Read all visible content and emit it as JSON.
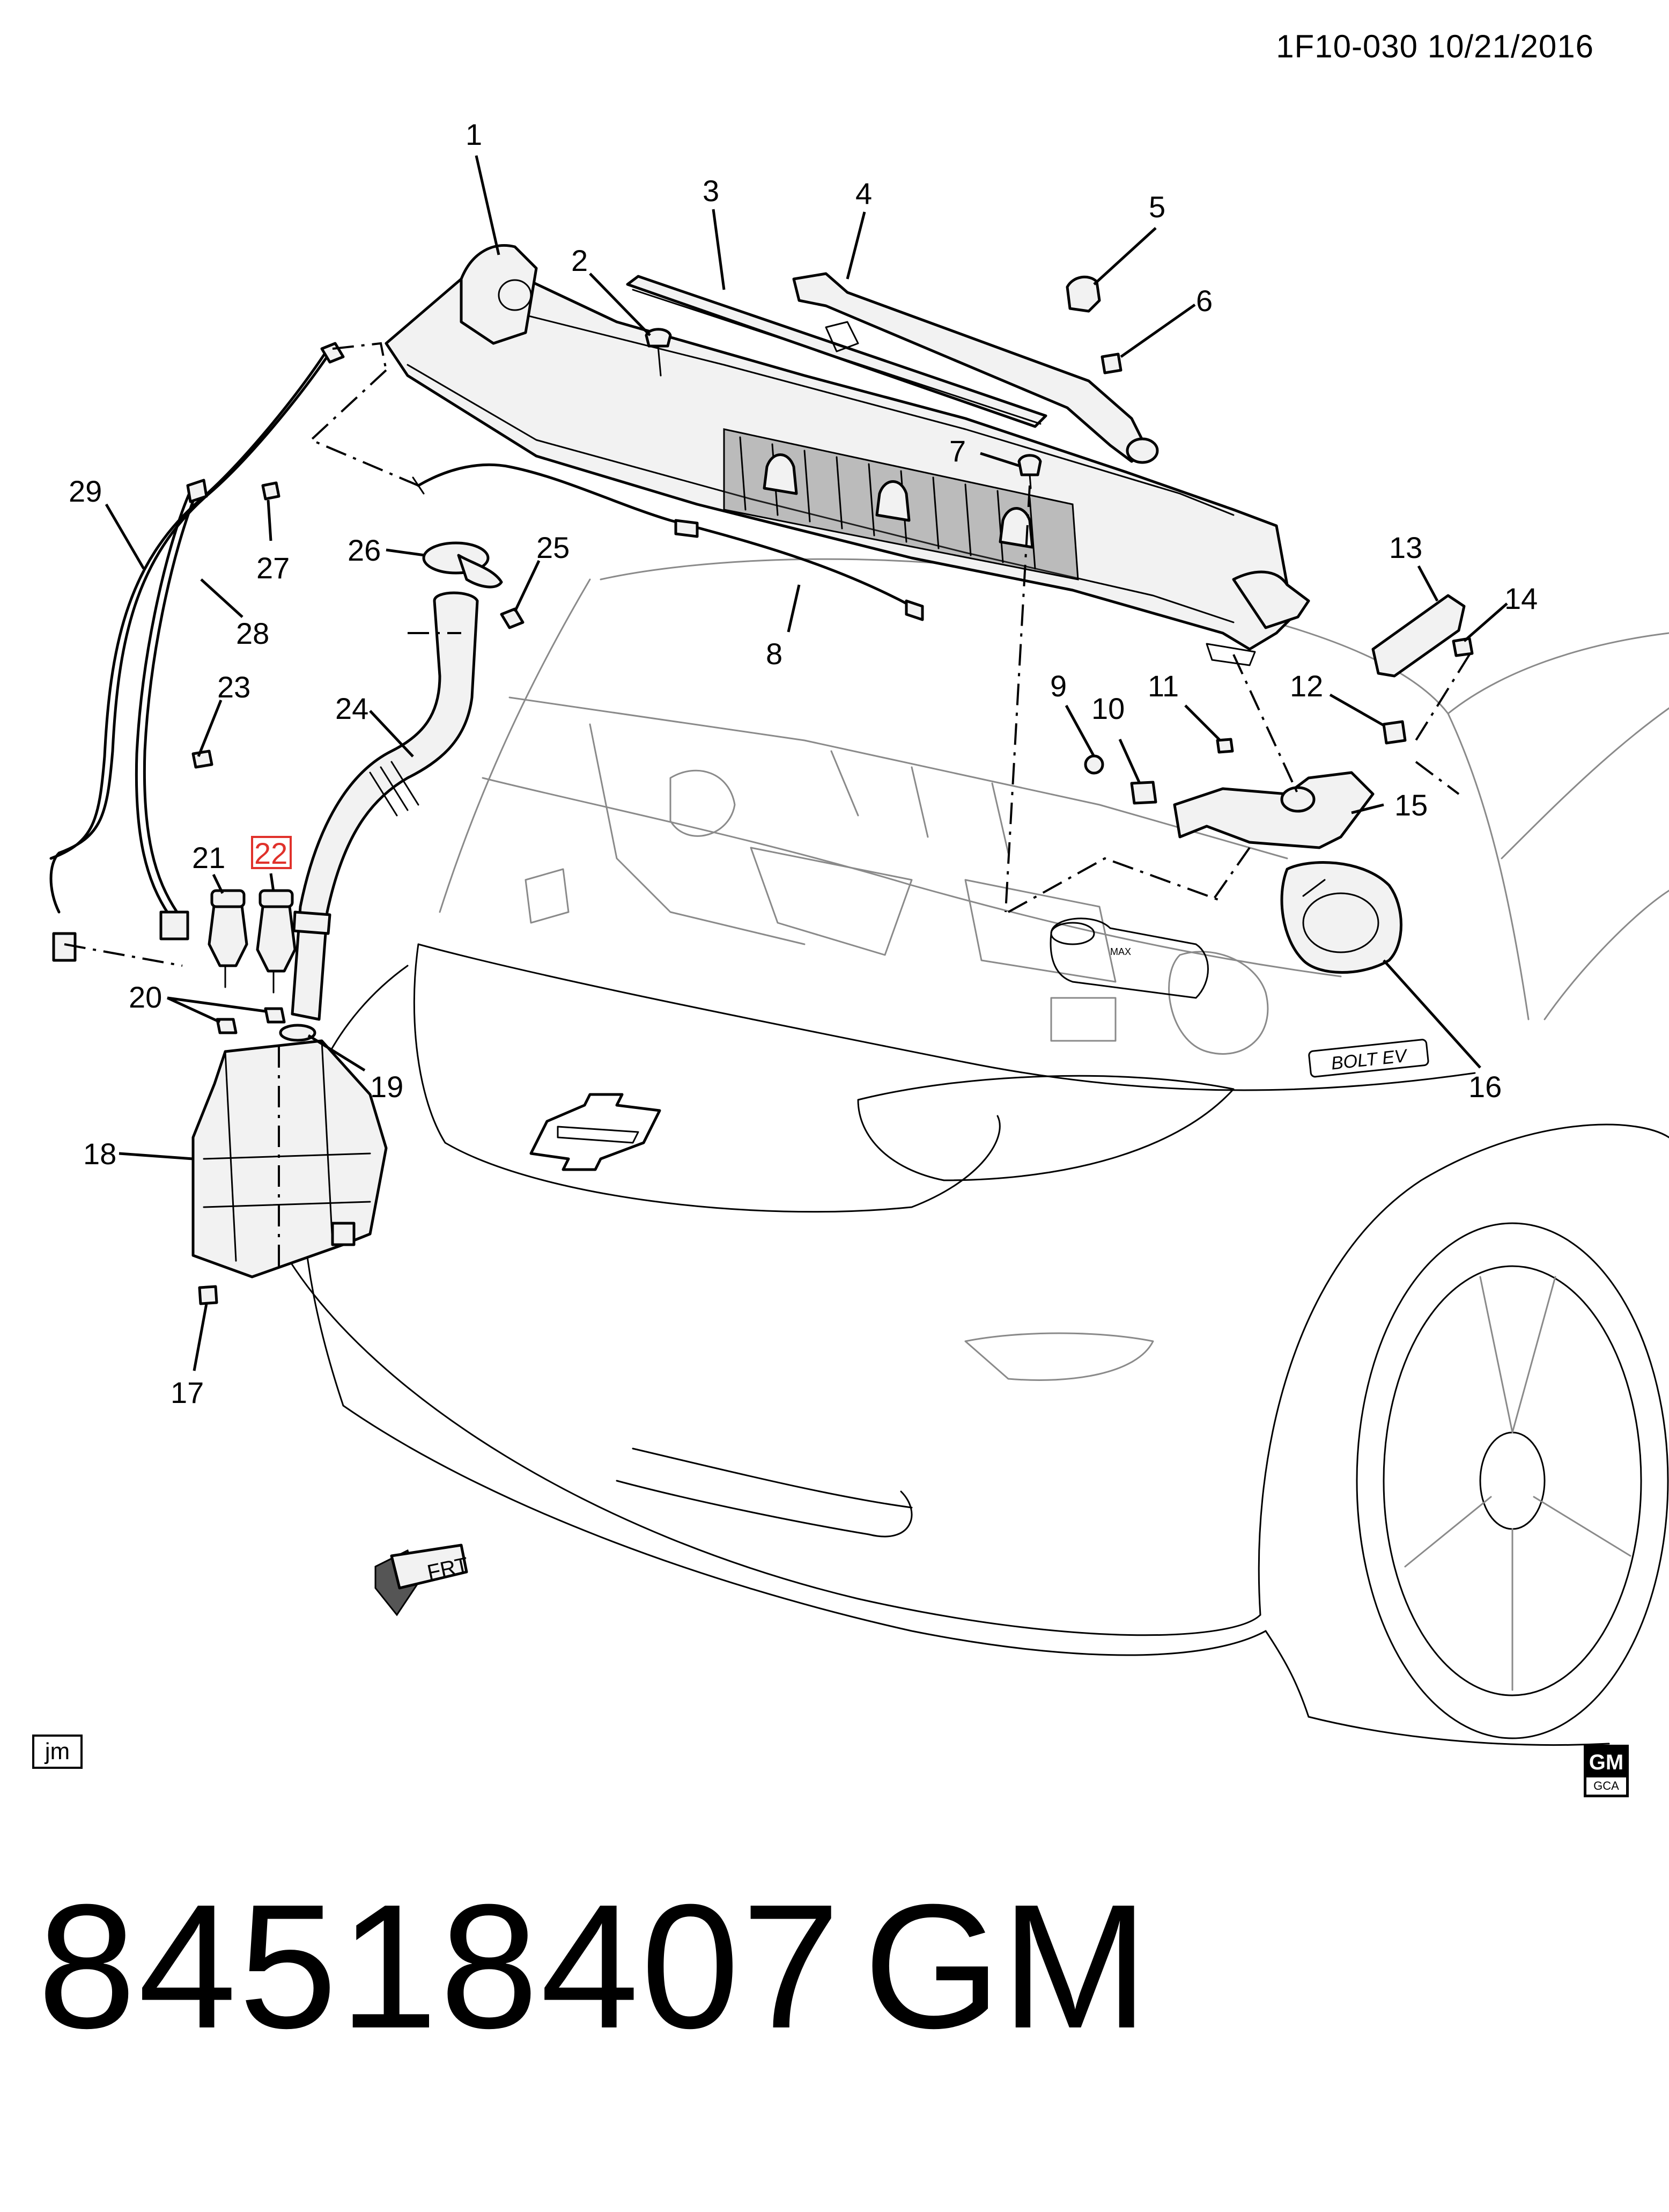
{
  "header": {
    "diagram_id": "1F10-030",
    "date": "10/21/2016",
    "id_text": "1F10-030  10/21/2016"
  },
  "callouts": [
    {
      "id": "1",
      "label": "1"
    },
    {
      "id": "2",
      "label": "2"
    },
    {
      "id": "3",
      "label": "3"
    },
    {
      "id": "4",
      "label": "4"
    },
    {
      "id": "5",
      "label": "5"
    },
    {
      "id": "6",
      "label": "6"
    },
    {
      "id": "7",
      "label": "7"
    },
    {
      "id": "8",
      "label": "8"
    },
    {
      "id": "9",
      "label": "9"
    },
    {
      "id": "10",
      "label": "10"
    },
    {
      "id": "11",
      "label": "11"
    },
    {
      "id": "12",
      "label": "12"
    },
    {
      "id": "13",
      "label": "13"
    },
    {
      "id": "14",
      "label": "14"
    },
    {
      "id": "15",
      "label": "15"
    },
    {
      "id": "16",
      "label": "16"
    },
    {
      "id": "17",
      "label": "17"
    },
    {
      "id": "18",
      "label": "18"
    },
    {
      "id": "19",
      "label": "19"
    },
    {
      "id": "20",
      "label": "20"
    },
    {
      "id": "21",
      "label": "21"
    },
    {
      "id": "22",
      "label": "22",
      "highlighted": true
    },
    {
      "id": "23",
      "label": "23"
    },
    {
      "id": "24",
      "label": "24"
    },
    {
      "id": "25",
      "label": "25"
    },
    {
      "id": "26",
      "label": "26"
    },
    {
      "id": "27",
      "label": "27"
    },
    {
      "id": "28",
      "label": "28"
    },
    {
      "id": "29",
      "label": "29"
    }
  ],
  "highlight_color": "#e0312b",
  "direction_marker": {
    "label": "FRT"
  },
  "artist_initials": "jm",
  "logo": {
    "brand_text": "GM",
    "sub_text": "GCA"
  },
  "footer": {
    "part_number": "84518407",
    "brand": "GM"
  },
  "decals": {
    "vehicle_badge": "BOLT EV",
    "reservoir_mark": "MAX"
  }
}
